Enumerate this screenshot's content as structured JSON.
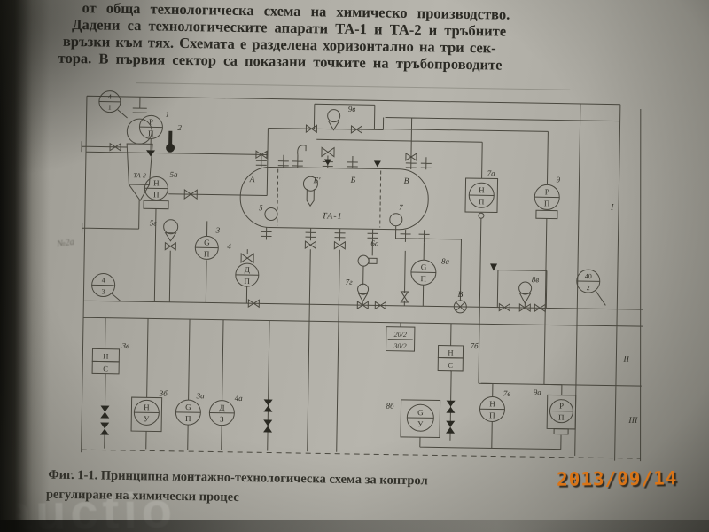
{
  "photo": {
    "date_stamp": "2013/09/14",
    "watermark": "auctio",
    "margin_note": "№2а"
  },
  "page_text": {
    "paragraph_lines": [
      "от обща технологическа схема на химическо производство.",
      "Дадени са технологическите апарати ТА-1 и ТА-2 и тръбните",
      "връзки към тях. Схемата е разделена хоризонтално на три сек-",
      "тора. В първия сектор са показани точките на тръбопроводите"
    ],
    "caption_line1": "Фиг. 1-1. Принципна монтажно-технологическа схема за контрол",
    "caption_line2": "регулиране на химически процес"
  },
  "diagram": {
    "vessels": {
      "ta1": "ТА-1",
      "ta2": "ТА-2"
    },
    "sections": {
      "a": "А",
      "bp": "Б'",
      "b": "Б",
      "v": "В"
    },
    "sectors": {
      "s1": "I",
      "s2": "II",
      "s3": "III"
    },
    "points": {
      "p5": "5",
      "p7": "7",
      "pB": "В"
    },
    "markers": {
      "m1": {
        "t": "4",
        "b": "1"
      },
      "m2": {
        "t": "4",
        "b": "3"
      },
      "m3": {
        "t": "40",
        "b": "2"
      }
    },
    "inst": {
      "i1": {
        "t": "Р",
        "b": "П"
      },
      "i3": {
        "t": "G",
        "b": "П"
      },
      "i3a": {
        "t": "G",
        "b": "П"
      },
      "i3b": {
        "t": "Н",
        "b": "У"
      },
      "i4": {
        "t": "Д",
        "b": "П"
      },
      "i4a": {
        "t": "Д",
        "b": "З"
      },
      "i5a": {
        "t": "Н",
        "b": "П"
      },
      "i7a": {
        "t": "Н",
        "b": "П"
      },
      "i7v": {
        "t": "Н",
        "b": "П"
      },
      "i8a": {
        "t": "G",
        "b": "П"
      },
      "i8b": {
        "t": "G",
        "b": "У"
      },
      "i9": {
        "t": "Р",
        "b": "П"
      },
      "i9a": {
        "t": "Р",
        "b": "П"
      }
    },
    "boxes": {
      "b3v": {
        "t": "Н",
        "b": "С"
      },
      "b7b": {
        "t": "Н",
        "b": "С"
      },
      "frac": {
        "t": "20/2",
        "b": "30/2"
      }
    },
    "tags": {
      "t1": "1",
      "t2": "2",
      "t3": "3",
      "t3a": "3а",
      "t3b": "3б",
      "t3v": "3в",
      "t4": "4",
      "t4a": "4а",
      "t5a": "5а",
      "t5g": "5г",
      "t6a": "6а",
      "t7a": "7а",
      "t7b": "7б",
      "t7v": "7в",
      "t7g": "7г",
      "t8a": "8а",
      "t8b": "8б",
      "t8v": "8в",
      "t9": "9",
      "t9a": "9а",
      "t9v": "9в"
    }
  }
}
